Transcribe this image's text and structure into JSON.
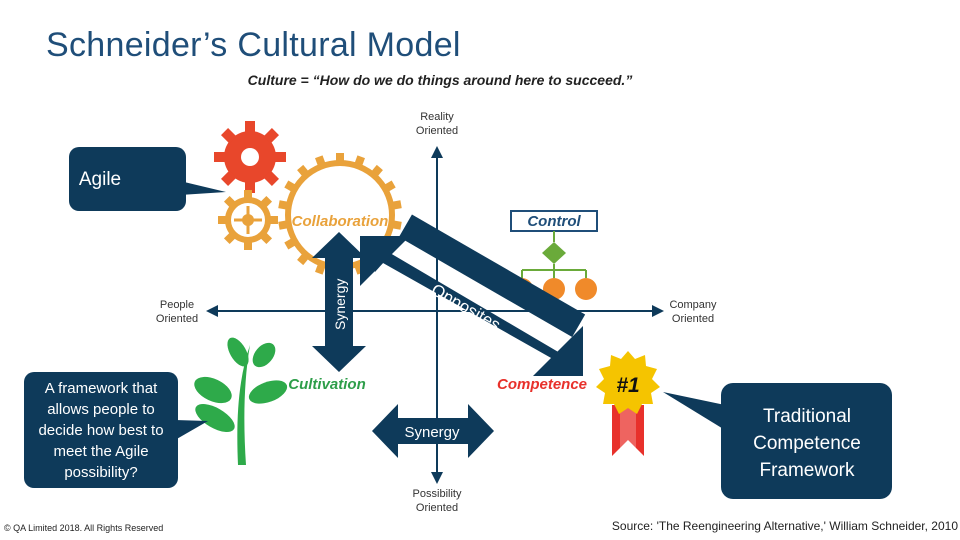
{
  "slide": {
    "title": "Schneider’s Cultural Model",
    "subtitle": "Culture = “How do we do things around here to succeed.”"
  },
  "axes": {
    "top": [
      "Reality",
      "Oriented"
    ],
    "bottom": [
      "Possibility",
      "Oriented"
    ],
    "left": [
      "People",
      "Oriented"
    ],
    "right": [
      "Company",
      "Oriented"
    ]
  },
  "quadrants": {
    "collaboration": "Collaboration",
    "control": "Control",
    "cultivation": "Cultivation",
    "competence": "Competence"
  },
  "arrows": {
    "synergy_vertical": "Synergy",
    "opposites": "Opposites",
    "synergy_horizontal": "Synergy"
  },
  "badge": "#1",
  "callouts": {
    "agile": "Agile",
    "framework": "A framework that allows people to decide how best to meet the Agile possibility?",
    "traditional": "Traditional Competence Framework"
  },
  "footer": {
    "copyright": "© QA Limited 2018. All Rights Reserved",
    "source": "Source: 'The Reengineering Alternative,' William Schneider, 2010"
  },
  "colors": {
    "navy": "#0e3a5a",
    "gear_red": "#e8472b",
    "gear_orange": "#e9a23b",
    "collaboration": "#e9a23b",
    "control": "#1f4e79",
    "cultivation": "#2e9e4a",
    "competence": "#e8312b",
    "control_diamond": "#6aaa3a",
    "control_circles": "#f08a2a",
    "plant": "#2eaa4a",
    "ribbon_red": "#e8312b",
    "medal_yellow": "#f5c400"
  },
  "icons": [
    "gear-icon",
    "org-chart-icon",
    "plant-icon",
    "award-ribbon-icon"
  ]
}
